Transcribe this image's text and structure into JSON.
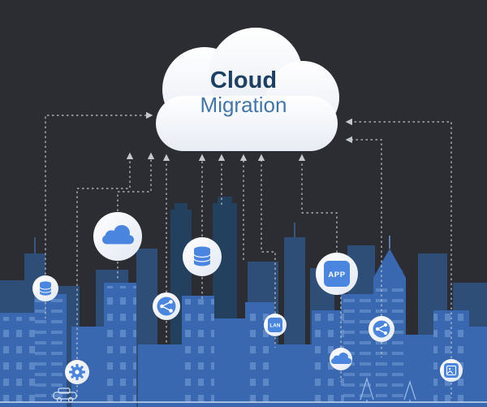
{
  "title": {
    "primary": "Cloud",
    "secondary": "Migration"
  },
  "icon_labels": {
    "app": "APP",
    "lan": "LAN"
  },
  "icons": [
    "cloud-upload-icon",
    "database-icon",
    "small-database-icon",
    "share-icon",
    "app-icon",
    "lan-icon",
    "gear-icon",
    "small-cloud-icon",
    "image-card-icon",
    "share-right-icon",
    "car-icon",
    "tree-icon"
  ],
  "colors": {
    "background": "#2c2c33",
    "cloud_fill": "#ffffff",
    "cloud_shade": "#e7ecf4",
    "title_primary": "#1c3f63",
    "title_secondary": "#4176ad",
    "dotted_line": "#c4c8cf",
    "icon_accent": "#4a86e0",
    "building_front": "#3a68b0",
    "building_back": "#2e4e78",
    "building_dark": "#24405f",
    "window_light": "#7fa6dd"
  }
}
